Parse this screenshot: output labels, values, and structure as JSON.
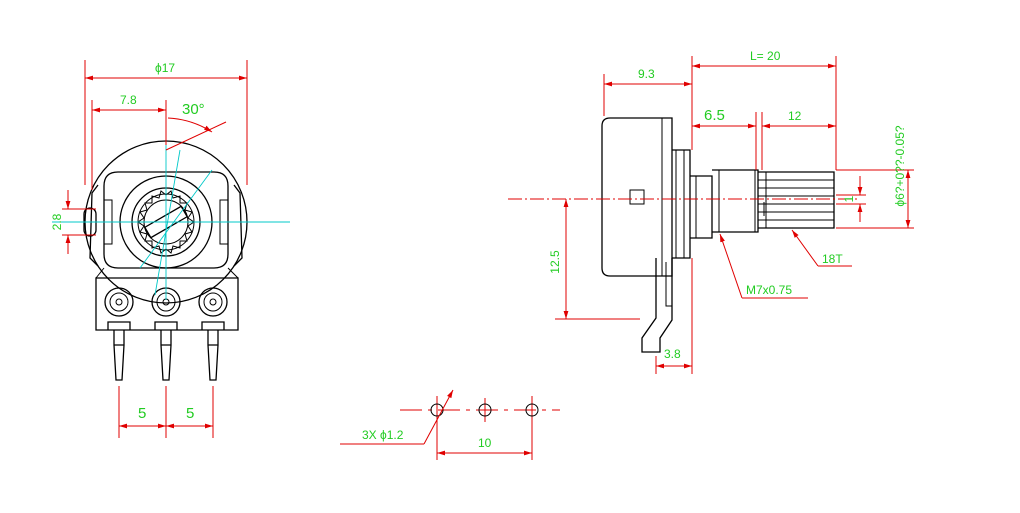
{
  "front_view": {
    "dia_body": "ϕ17",
    "offset": "7.8",
    "angle": "30°",
    "slot_h": "2.8",
    "pitch_left": "5",
    "pitch_right": "5"
  },
  "side_view": {
    "body_len": "9.3",
    "total_len": "L= 20",
    "thread_len": "6.5",
    "knurl_len": "12",
    "shaft_dia": "ϕ6?+0??-0.05?",
    "flat": "1",
    "height": "12.5",
    "teeth": "18T",
    "thread": "M7x0.75",
    "pin_w": "3.8"
  },
  "hole_pattern": {
    "holes": "3X ϕ1.2",
    "spacing": "10"
  },
  "colors": {
    "outline": "#000000",
    "dimension": "#e00000",
    "label": "#22cc22",
    "centerline": "#00c8c8"
  }
}
